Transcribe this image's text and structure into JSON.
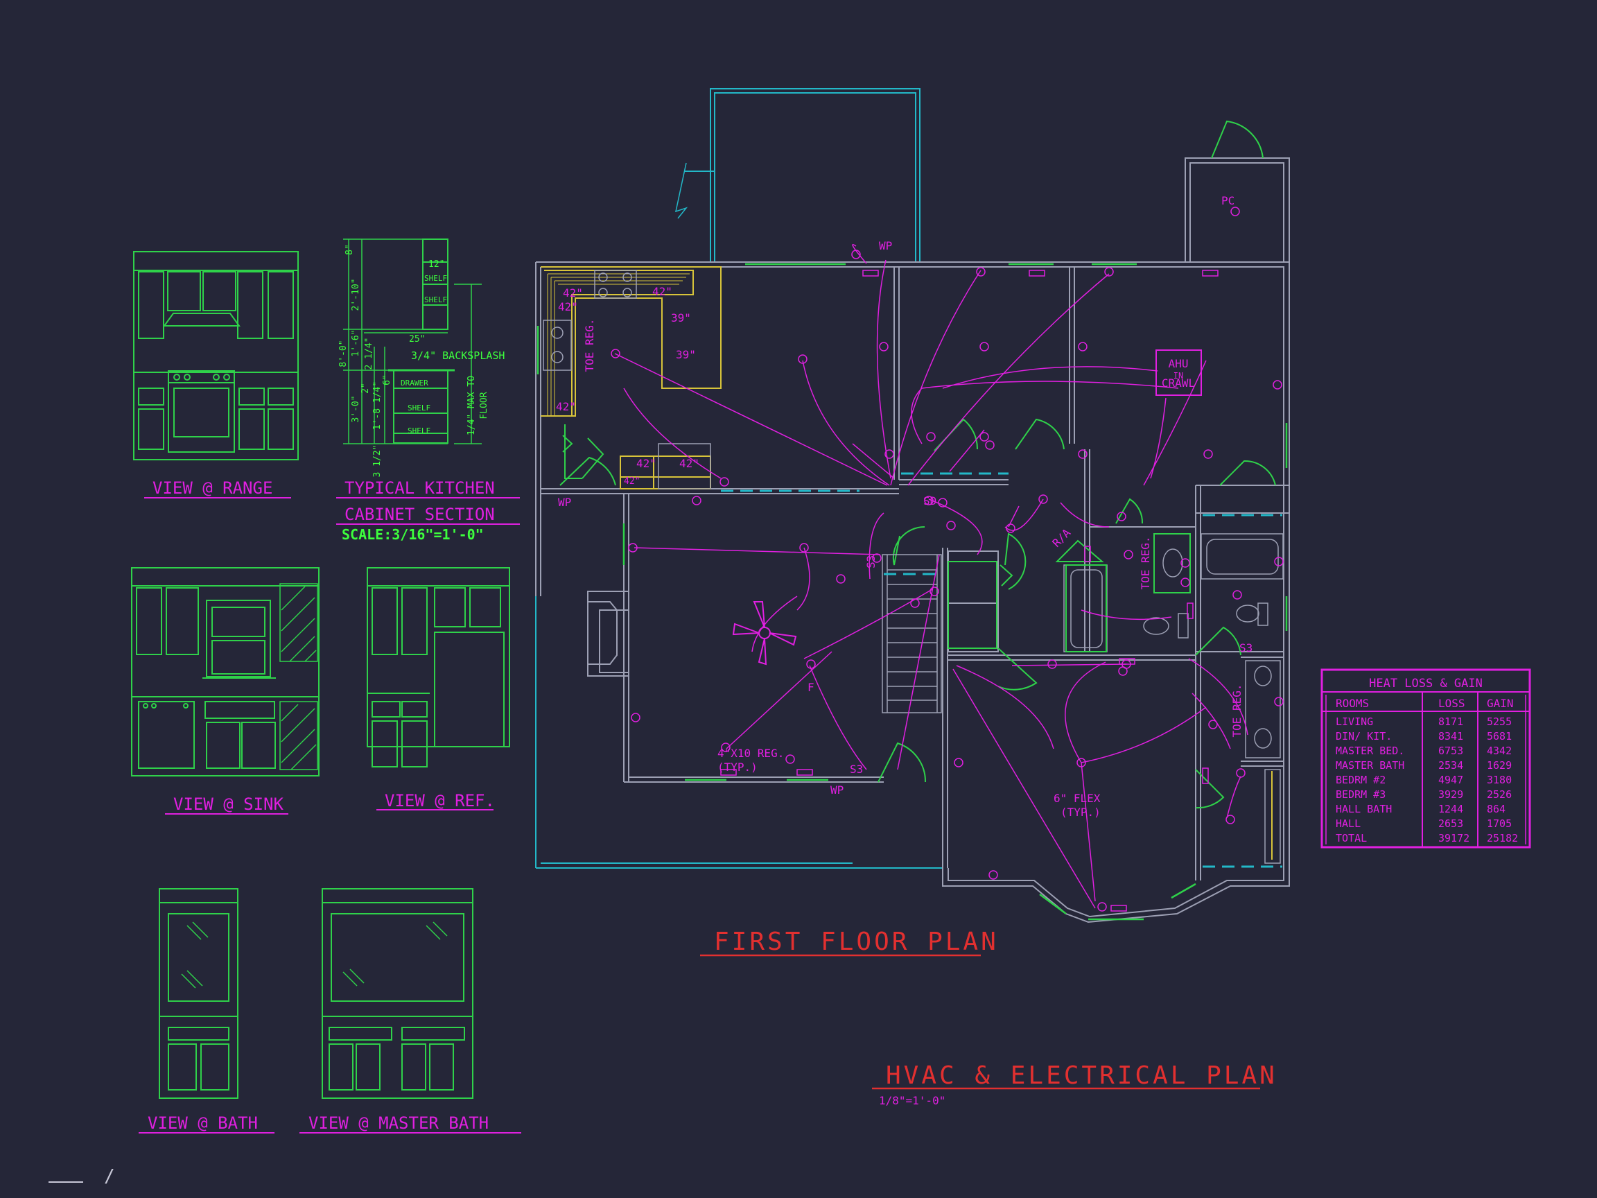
{
  "labels": {
    "view_range": "VIEW @ RANGE",
    "typical_kitchen": "TYPICAL KITCHEN",
    "cabinet_section": "CABINET SECTION",
    "scale_cabinet": "SCALE:3/16\"=1'-0\"",
    "view_sink": "VIEW @ SINK",
    "view_ref": "VIEW @ REF.",
    "view_bath": "VIEW @ BATH",
    "view_master_bath": "VIEW @ MASTER BATH",
    "first_floor_plan": "FIRST FLOOR PLAN",
    "hvac_plan": "HVAC & ELECTRICAL PLAN",
    "plan_scale": "1/8\"=1'-0\"",
    "corner_mark": "/"
  },
  "section_dims": {
    "d8": "8\"",
    "d2_10": "2'-10\"",
    "d8_0": "8'-0\"",
    "d1_6": "1'-6\"",
    "d2_1_4": "2 1/4\"",
    "d12": "12\"",
    "shelf1": "SHELF",
    "shelf2": "SHELF",
    "d25": "25\"",
    "backsplash": "3/4\" BACKSPLASH",
    "drawer": "DRAWER",
    "shelf3": "SHELF",
    "shelf4": "SHELF",
    "d3_0": "3'-0\"",
    "d2": "2\"",
    "d1_8": "1'-8 1/4\"",
    "d6": "6\"",
    "d3_5": "3 1/2\"",
    "maxfloor1": "1/4\" MAX TO",
    "maxfloor2": "FLOOR"
  },
  "plan_labels": {
    "k42a": "42\"",
    "k42b": "42\"",
    "k42c": "42\"",
    "k39a": "39\"",
    "k39b": "39\"",
    "k42d": "42\"",
    "k42e": "42\"",
    "k42f": "42\"",
    "k42g": "42\"",
    "toe_reg_kitchen": "TOE REG.",
    "toe_reg_bath1": "TOE REG.",
    "toe_reg_bath2": "TOE REG.",
    "ahu": "AHU",
    "ahu_in": "IN",
    "ahu_crawl": "CRAWL",
    "reg": "4\"X10 REG.",
    "reg_typ": "(TYP.)",
    "flex": "6\" FLEX",
    "flex_typ": "(TYP.)",
    "wp1": "WP",
    "wp2": "WP",
    "wp3": "WP",
    "pc": "PC",
    "r_a": "R/A",
    "sd": "SD",
    "fan_f": "F",
    "s3a": "S3",
    "s3b": "S3",
    "s3c": "S3"
  },
  "heat_table": {
    "title": "HEAT LOSS & GAIN",
    "headers": [
      "ROOMS",
      "LOSS",
      "GAIN"
    ],
    "rows": [
      [
        "LIVING",
        "8171",
        "5255"
      ],
      [
        "DIN/ KIT.",
        "8341",
        "5681"
      ],
      [
        "MASTER BED.",
        "6753",
        "4342"
      ],
      [
        "MASTER BATH",
        "2534",
        "1629"
      ],
      [
        "BEDRM #2",
        "4947",
        "3180"
      ],
      [
        "BEDRM #3",
        "3929",
        "2526"
      ],
      [
        "HALL BATH",
        "1244",
        "864"
      ],
      [
        "HALL",
        "2653",
        "1705"
      ],
      [
        "TOTAL",
        "39172",
        "25182"
      ]
    ]
  },
  "colors": {
    "background": "#252638",
    "cabinet_green": "#2fd14a",
    "bright_green": "#3dff3d",
    "magenta": "#e020e0",
    "wall_gray": "#9da0b4",
    "cyan": "#23b8c8",
    "yellow": "#d8c43a",
    "red_title": "#e23030"
  }
}
